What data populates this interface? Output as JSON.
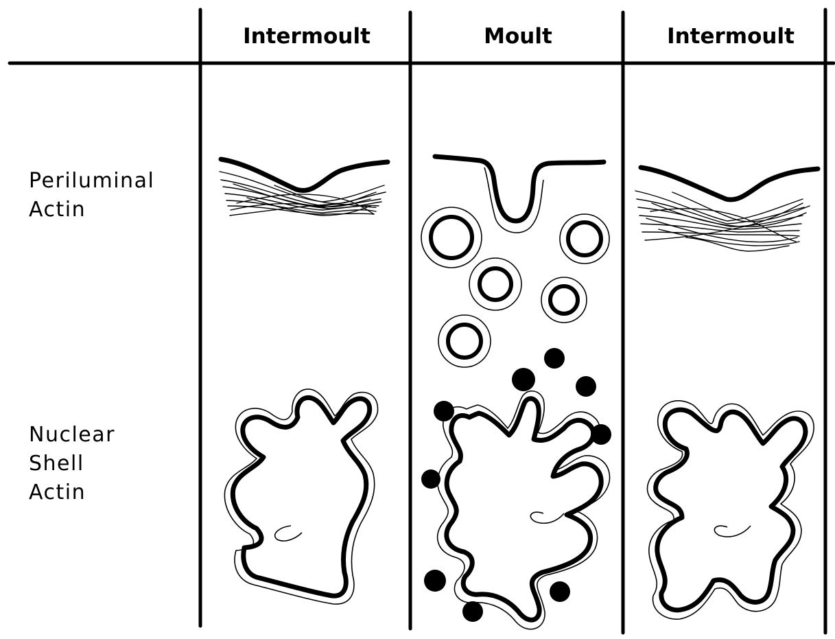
{
  "columns": [
    {
      "label": "Intermoult"
    },
    {
      "label": "Moult"
    },
    {
      "label": "Intermoult"
    }
  ],
  "rows": [
    {
      "lines": [
        "Periluminal",
        "Actin"
      ]
    },
    {
      "lines": [
        "Nuclear",
        "Shell",
        "Actin"
      ]
    }
  ]
}
